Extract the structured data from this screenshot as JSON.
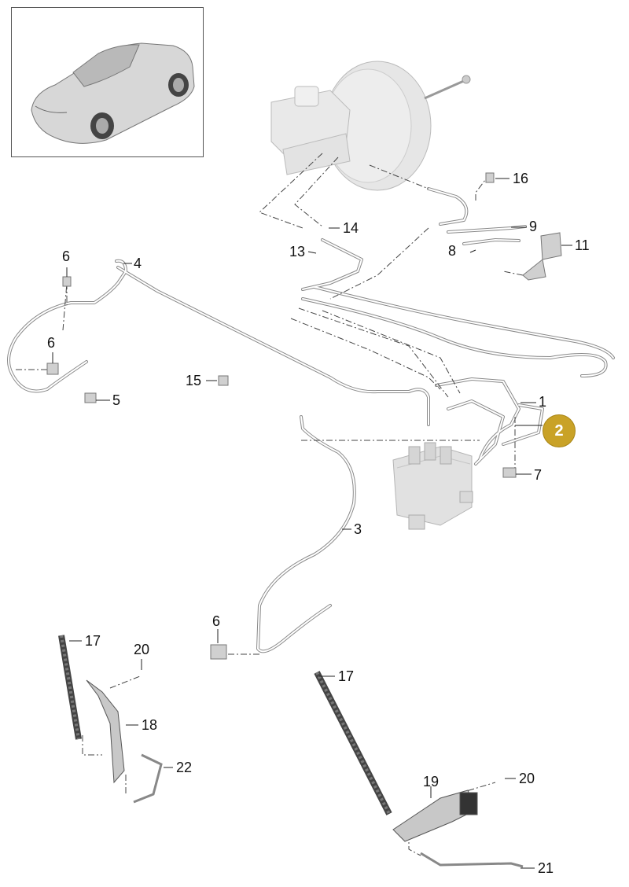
{
  "callout_badge": "2",
  "labels": {
    "l1": "1",
    "l3": "3",
    "l4": "4",
    "l5": "5",
    "l6a": "6",
    "l6b": "6",
    "l6c": "6",
    "l7": "7",
    "l8": "8",
    "l9": "9",
    "l11": "11",
    "l13": "13",
    "l14": "14",
    "l15": "15",
    "l16": "16",
    "l17a": "17",
    "l17b": "17",
    "l18": "18",
    "l19": "19",
    "l20a": "20",
    "l20b": "20",
    "l21": "21",
    "l22": "22"
  },
  "colors": {
    "badge": "#c9a227",
    "line": "#444444",
    "part": "#dcdcdc"
  }
}
